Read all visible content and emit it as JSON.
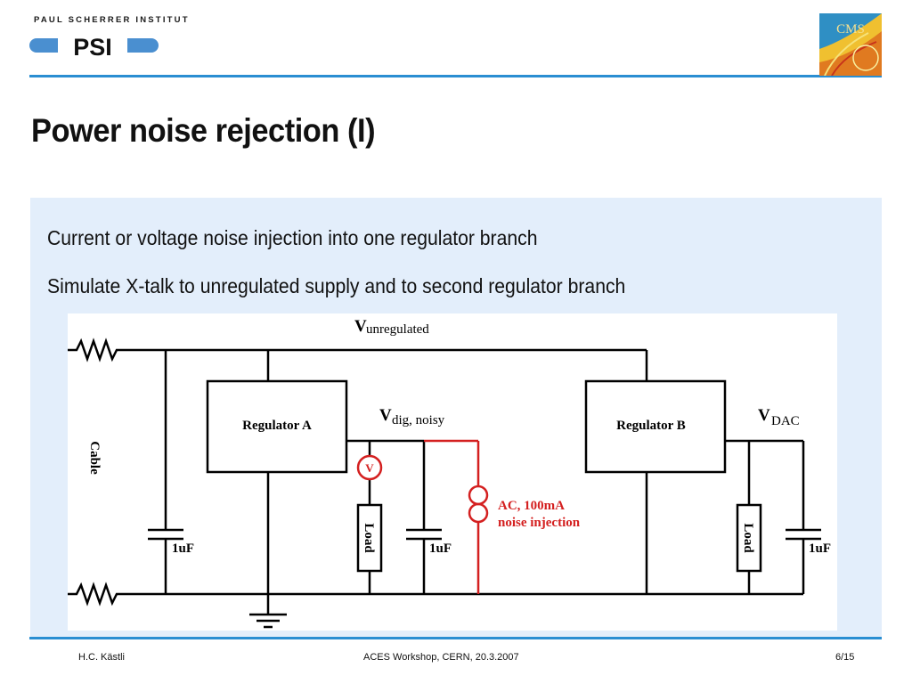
{
  "logo": {
    "caption": "PAUL SCHERRER INSTITUT",
    "wordmark": "PSI"
  },
  "cms_logo": {
    "text": "CMS"
  },
  "title": "Power noise rejection (I)",
  "bullets": [
    "Current or voltage noise injection into one regulator branch",
    "Simulate X-talk to unregulated supply and to second regulator branch"
  ],
  "circuit": {
    "v_unregulated": {
      "main": "V",
      "sub": "unregulated"
    },
    "v_dig_noisy": {
      "main": "V",
      "sub": "dig, noisy"
    },
    "v_dac": {
      "main": "V",
      "sub": "DAC"
    },
    "regulator_a": "Regulator A",
    "regulator_b": "Regulator B",
    "cable": "Cable",
    "cap_1": "1uF",
    "cap_2": "1uF",
    "cap_3": "1uF",
    "load_a": "Load",
    "load_b": "Load",
    "voltmeter": "V",
    "injection_line1": "AC, 100mA",
    "injection_line2": "noise injection",
    "colors": {
      "wire": "#000000",
      "injection": "#d42020"
    }
  },
  "footer": {
    "author": "H.C. Kästli",
    "event": "ACES Workshop, CERN, 20.3.2007",
    "page": "6/15"
  }
}
